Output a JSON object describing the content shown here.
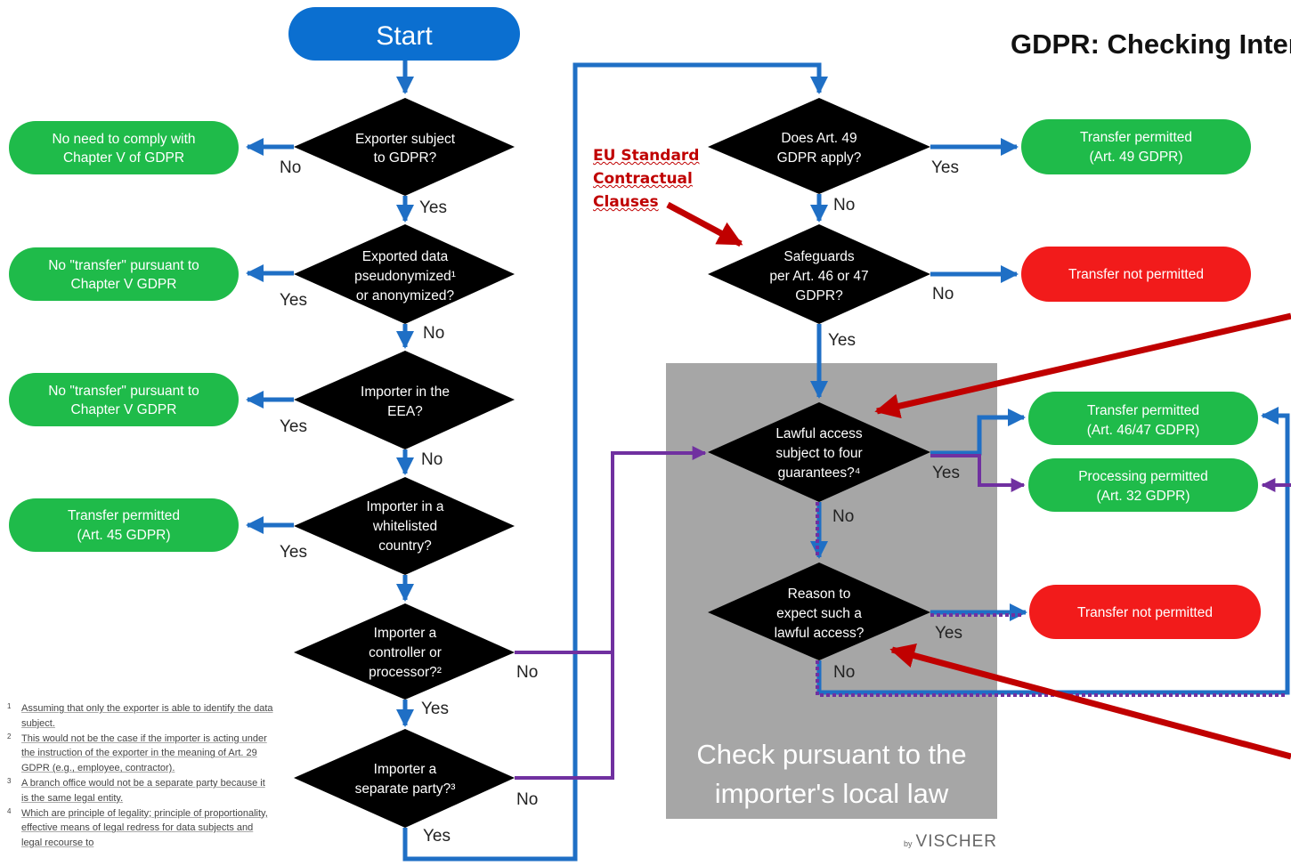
{
  "title": "GDPR: Checking Inter",
  "start_label": "Start",
  "decisions": {
    "exporter_subject": [
      "Exporter subject",
      "to GDPR?"
    ],
    "exported_pseudonymized": [
      "Exported data",
      "pseudonymized¹",
      "or anonymized?"
    ],
    "importer_eea": [
      "Importer in the",
      "EEA?"
    ],
    "importer_whitelisted": [
      "Importer in a",
      "whitelisted",
      "country?"
    ],
    "importer_controller": [
      "Importer a",
      "controller or",
      "processor?²"
    ],
    "importer_separate": [
      "Importer a",
      "separate party?³"
    ],
    "art49": [
      "Does Art. 49",
      "GDPR apply?"
    ],
    "safeguards": [
      "Safeguards",
      "per Art. 46 or 47",
      "GDPR?"
    ],
    "lawful_access": [
      "Lawful access",
      "subject to four",
      "guarantees?⁴"
    ],
    "reason_to_expect": [
      "Reason to",
      "expect such a",
      "lawful access?"
    ]
  },
  "outcomes": {
    "no_need": [
      "No need to comply with",
      "Chapter V of GDPR"
    ],
    "no_transfer_1": [
      "No \"transfer\" pursuant to",
      "Chapter V GDPR"
    ],
    "no_transfer_2": [
      "No \"transfer\" pursuant to",
      "Chapter V GDPR"
    ],
    "permitted_45": [
      "Transfer permitted",
      "(Art. 45 GDPR)"
    ],
    "permitted_49": [
      "Transfer permitted",
      "(Art. 49 GDPR)"
    ],
    "not_permitted_1": [
      "Transfer not permitted"
    ],
    "permitted_46": [
      "Transfer permitted",
      "(Art. 46/47 GDPR)"
    ],
    "processing_32": [
      "Processing  permitted",
      "(Art. 32 GDPR)"
    ],
    "not_permitted_2": [
      "Transfer not permitted"
    ]
  },
  "edge_labels": {
    "yes": "Yes",
    "no": "No"
  },
  "eu_clauses": [
    "EU Standard",
    "Contractual",
    "Clauses"
  ],
  "local_law_box": [
    "Check pursuant to the",
    "importer's local law"
  ],
  "footnotes": [
    {
      "num": "1",
      "text": "Assuming that only the exporter is able to identify the data subject."
    },
    {
      "num": "2",
      "text": "This would not be the case if the importer is acting under the instruction of the exporter in the meaning of Art. 29 GDPR (e.g., employee, contractor)."
    },
    {
      "num": "3",
      "text": "A branch office would not be a separate party because it is the same legal entity."
    },
    {
      "num": "4",
      "text": "Which are principle of legality; principle of proportionality, effective means of legal redress for data subjects and legal recourse to"
    }
  ],
  "brand": {
    "prefix": "by",
    "name": "VISCHER"
  },
  "colors": {
    "start_blue": "#0b6fd0",
    "arrow_blue": "#1f6fc5",
    "green": "#1fbb4a",
    "red": "#f21b1b",
    "purple": "#7030a0",
    "grey_box": "#a6a6a6",
    "dark_red_arrow": "#c00000"
  }
}
